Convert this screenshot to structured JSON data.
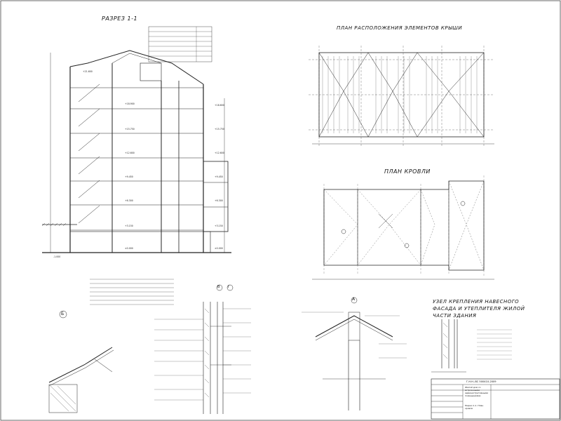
{
  "titles": {
    "section": "РАЗРЕЗ 1-1",
    "roof_elements": "ПЛАН РАСПОЛОЖЕНИЯ ЭЛЕМЕНТОВ КРЫШИ",
    "roof_plan": "ПЛАН КРОВЛИ",
    "facade_node": "УЗЕЛ КРЕПЛЕНИЯ НАВЕСНОГО ФАСАДА И УТЕПЛИТЕЛЯ ЖИЛОЙ ЧАСТИ ЗДАНИЯ"
  },
  "node_marks": {
    "b": "Б",
    "v": "В",
    "g": "Г",
    "a": "А"
  },
  "levels_left": [
    "+21.600",
    "+18.900",
    "+15.750",
    "+12.600",
    "+9.450",
    "+6.300",
    "+3.150",
    "±0.000",
    "-1.000"
  ],
  "levels_right": [
    "+18.600",
    "+15.750",
    "+12.600",
    "+9.450",
    "+6.300",
    "+3.150",
    "±0.000"
  ],
  "stamp": {
    "code": "Г.Н.Н.-ВС 500410-2009",
    "title": "Жилой дом со встроенными административными помещениями",
    "sheet": "Разрез 1-1. План кровли"
  }
}
